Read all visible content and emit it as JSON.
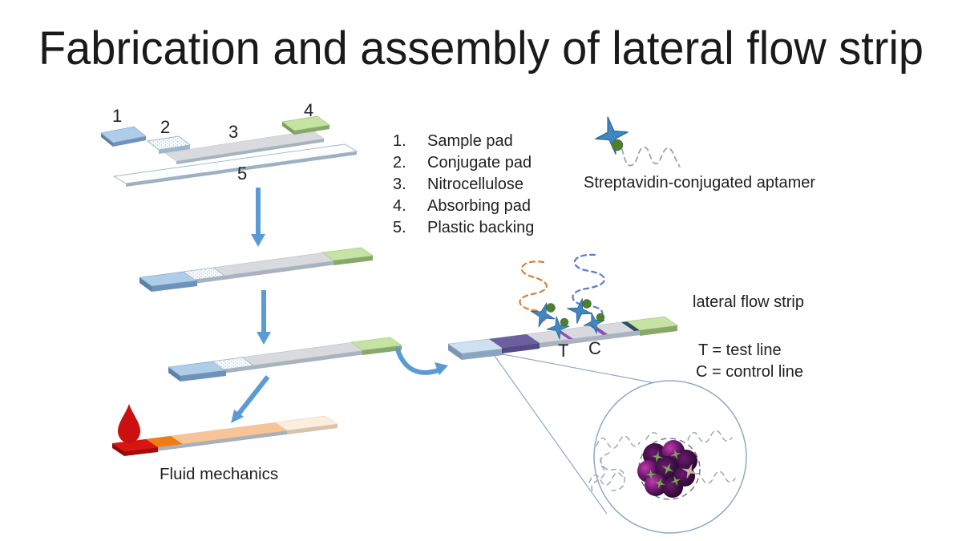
{
  "slide": {
    "title": "Fabrication and assembly of lateral flow strip",
    "background": "#ffffff"
  },
  "exploded_view": {
    "labels": {
      "n1": "1",
      "n2": "2",
      "n3": "3",
      "n4": "4",
      "n5": "5"
    }
  },
  "legend": {
    "items": [
      {
        "num": "1.",
        "label": "Sample pad"
      },
      {
        "num": "2.",
        "label": "Conjugate pad"
      },
      {
        "num": "3.",
        "label": "Nitrocellulose"
      },
      {
        "num": "4.",
        "label": "Absorbing pad"
      },
      {
        "num": "5.",
        "label": "Plastic backing"
      }
    ]
  },
  "annotations": {
    "aptamer_label": "Streptavidin-conjugated aptamer",
    "strip_label": "lateral flow strip",
    "test_line_label": "T = test line",
    "control_line_label": "C = control line",
    "fluid_label": "Fluid mechanics",
    "t_marker": "T",
    "c_marker": "C"
  },
  "colors": {
    "text": "#212121",
    "arrow_blue": "#5b9bd5",
    "sample_pad_blue": "#aecde9",
    "sample_pad_light": "#cfe0f0",
    "nitrocellulose_gray": "#d8dade",
    "absorbing_pad_green": "#c6e3a4",
    "backing_white": "#fcfdfe",
    "conjugate_zone_purple": "#6b5fa0",
    "tc_line_purple": "#8a4fb0",
    "star_blue": "#3f87c0",
    "streptavidin_green": "#4e7e32",
    "squiggle_orange": "#d4813b",
    "squiggle_blue": "#5b7fc4",
    "squiggle_gray": "#9aa3ad",
    "drop_red": "#cc0f0f",
    "fluid_red": "#d81510",
    "fluid_orange": "#f07d12",
    "fluid_peach": "#f6c497",
    "fluid_cream": "#fbeede",
    "magnifier_stroke": "#8fa8c4",
    "cluster_star_green": "#7aa65c"
  }
}
